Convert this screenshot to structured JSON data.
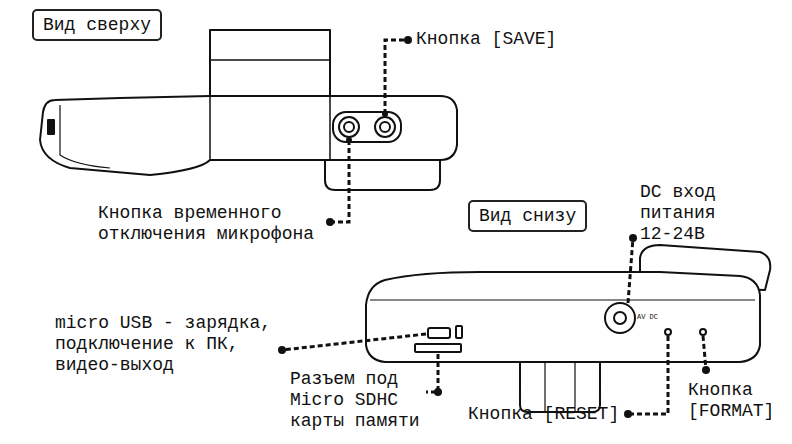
{
  "diagram": {
    "nodes": [
      {
        "text": [
          "Вид сверху"
        ]
      },
      {
        "text": [
          "Вид снизу"
        ]
      }
    ],
    "labels": [
      "Кнопка [SAVE]",
      "Кнопка временного отключения микрофона",
      "DC вход питания 12-24В",
      "micro USB - зарядка, подключение к ПК, видео-выход",
      "Разъем под Micro SDHC карты памяти",
      "Кнопка [RESET]",
      "Кнопка [FORMAT]",
      "AV DC"
    ]
  }
}
